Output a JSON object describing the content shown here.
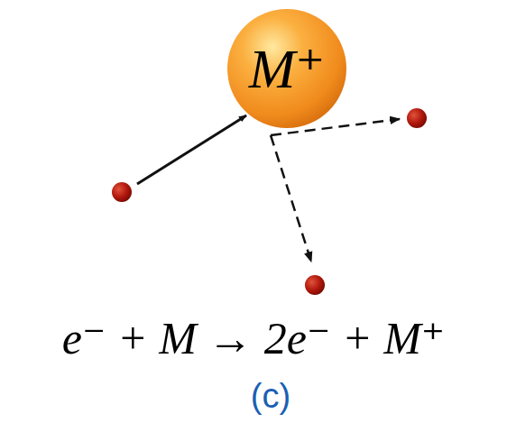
{
  "diagram": {
    "caption": "(c)",
    "nodes": [
      {
        "text": [
          "M⁺"
        ]
      }
    ],
    "labels": [
      "e⁻ + M → 2e⁻ + M⁺"
    ]
  }
}
